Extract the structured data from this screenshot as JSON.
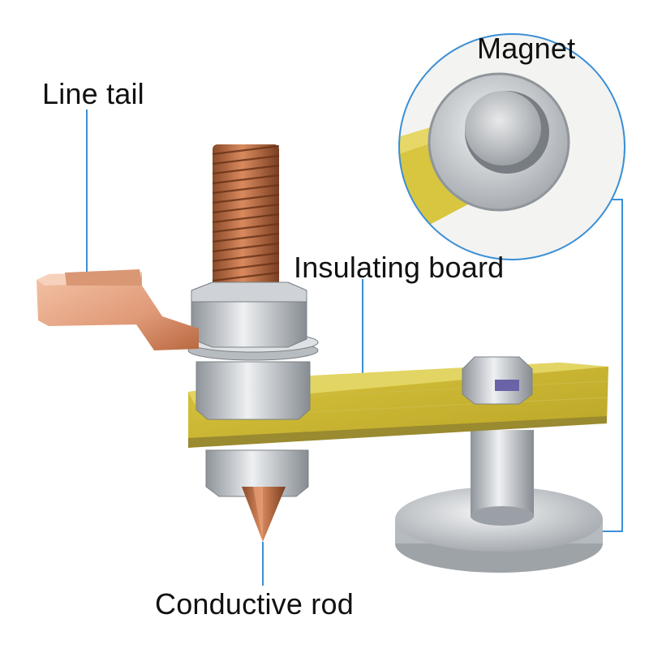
{
  "labels": {
    "line_tail": "Line tail",
    "magnet": "Magnet",
    "insulating_board": "Insulating board",
    "conductive_rod": "Conductive rod"
  },
  "colors": {
    "leader_line": "#3b8fd6",
    "copper": "#c8764a",
    "insulating_board": "#c8b52c",
    "steel": "#c9ccd0",
    "background": "#ffffff"
  },
  "icons": [
    "magnifier-circle"
  ]
}
